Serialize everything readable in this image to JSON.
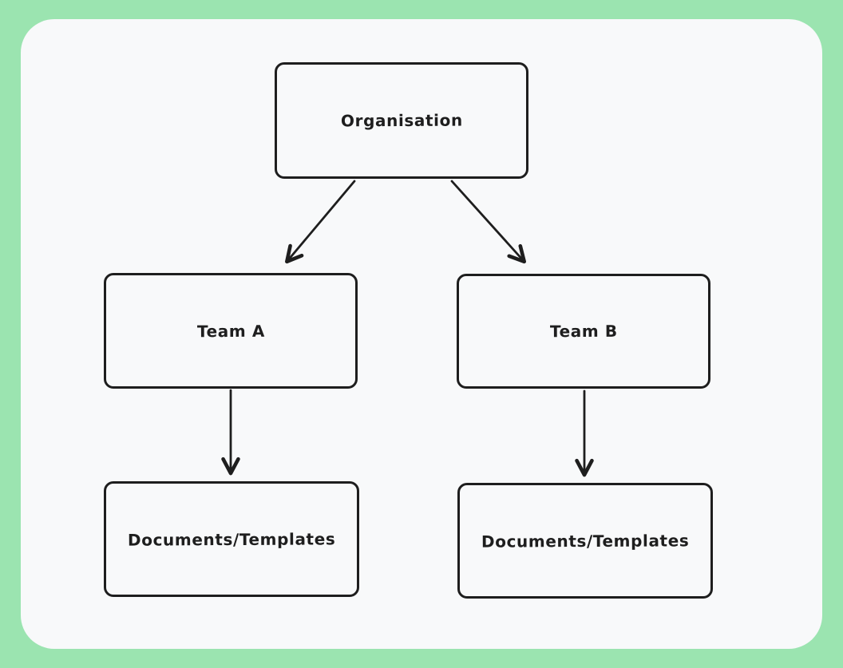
{
  "theme": {
    "frame_color": "#9be4b0",
    "canvas_color": "#f8f9fa",
    "stroke_color": "#1e1e1e",
    "text_color": "#1e1e1e"
  },
  "diagram": {
    "type": "flowchart",
    "nodes": [
      {
        "id": "organisation",
        "label": "Organisation"
      },
      {
        "id": "team-a",
        "label": "Team A"
      },
      {
        "id": "team-b",
        "label": "Team B"
      },
      {
        "id": "docs-a",
        "label": "Documents/Templates"
      },
      {
        "id": "docs-b",
        "label": "Documents/Templates"
      }
    ],
    "edges": [
      {
        "from": "organisation",
        "to": "team-a",
        "style": "arrow"
      },
      {
        "from": "organisation",
        "to": "team-b",
        "style": "arrow"
      },
      {
        "from": "team-a",
        "to": "docs-a",
        "style": "arrow"
      },
      {
        "from": "team-b",
        "to": "docs-b",
        "style": "arrow"
      }
    ]
  }
}
